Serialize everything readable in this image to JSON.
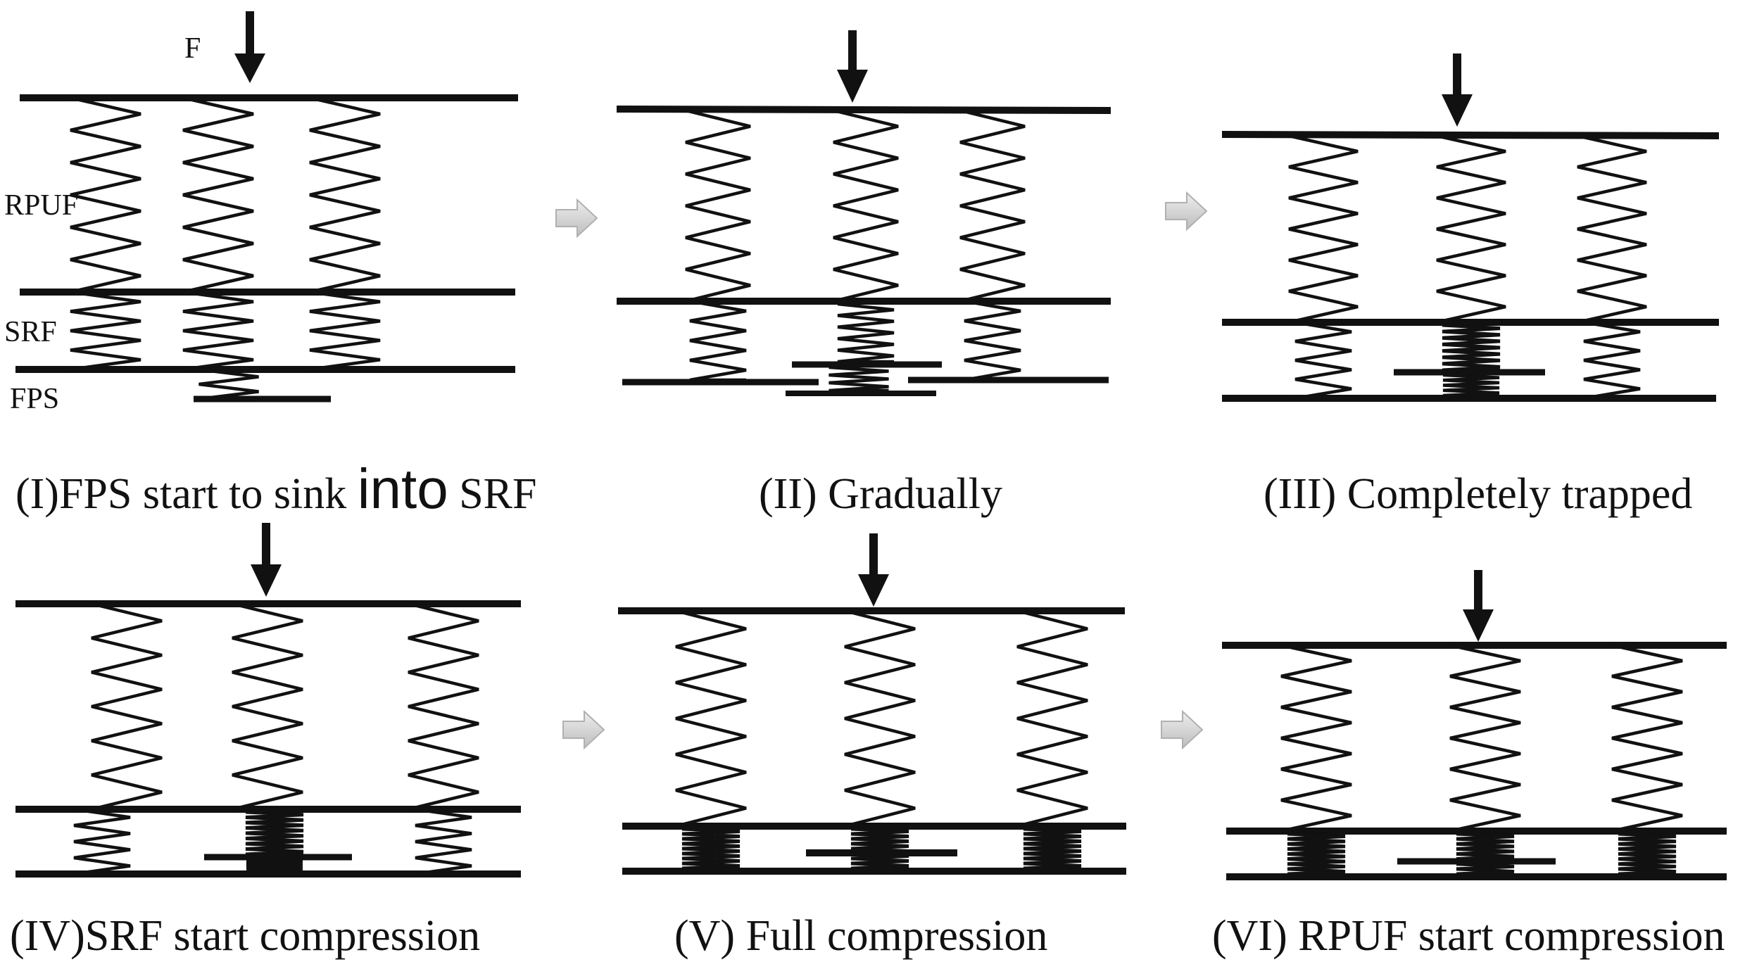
{
  "force_label": "F",
  "layer_labels": {
    "rpuf": "RPUF",
    "srf": "SRF",
    "fps": "FPS"
  },
  "captions": {
    "p1_prefix": "(I)FPS start to sink ",
    "p1_emph": "into",
    "p1_suffix": " SRF",
    "p2": "(II) Gradually",
    "p3": "(III) Completely trapped",
    "p4": "(IV)SRF start compression",
    "p5": "(V) Full compression",
    "p6": "(VI) RPUF start compression"
  },
  "colors": {
    "ink": "#111111",
    "arrow_fill": "#d0d0d0",
    "arrow_stroke": "#b0b0b0"
  },
  "icons": {
    "load_arrow": "down-arrow-icon",
    "transition_arrow": "right-arrow-icon"
  }
}
